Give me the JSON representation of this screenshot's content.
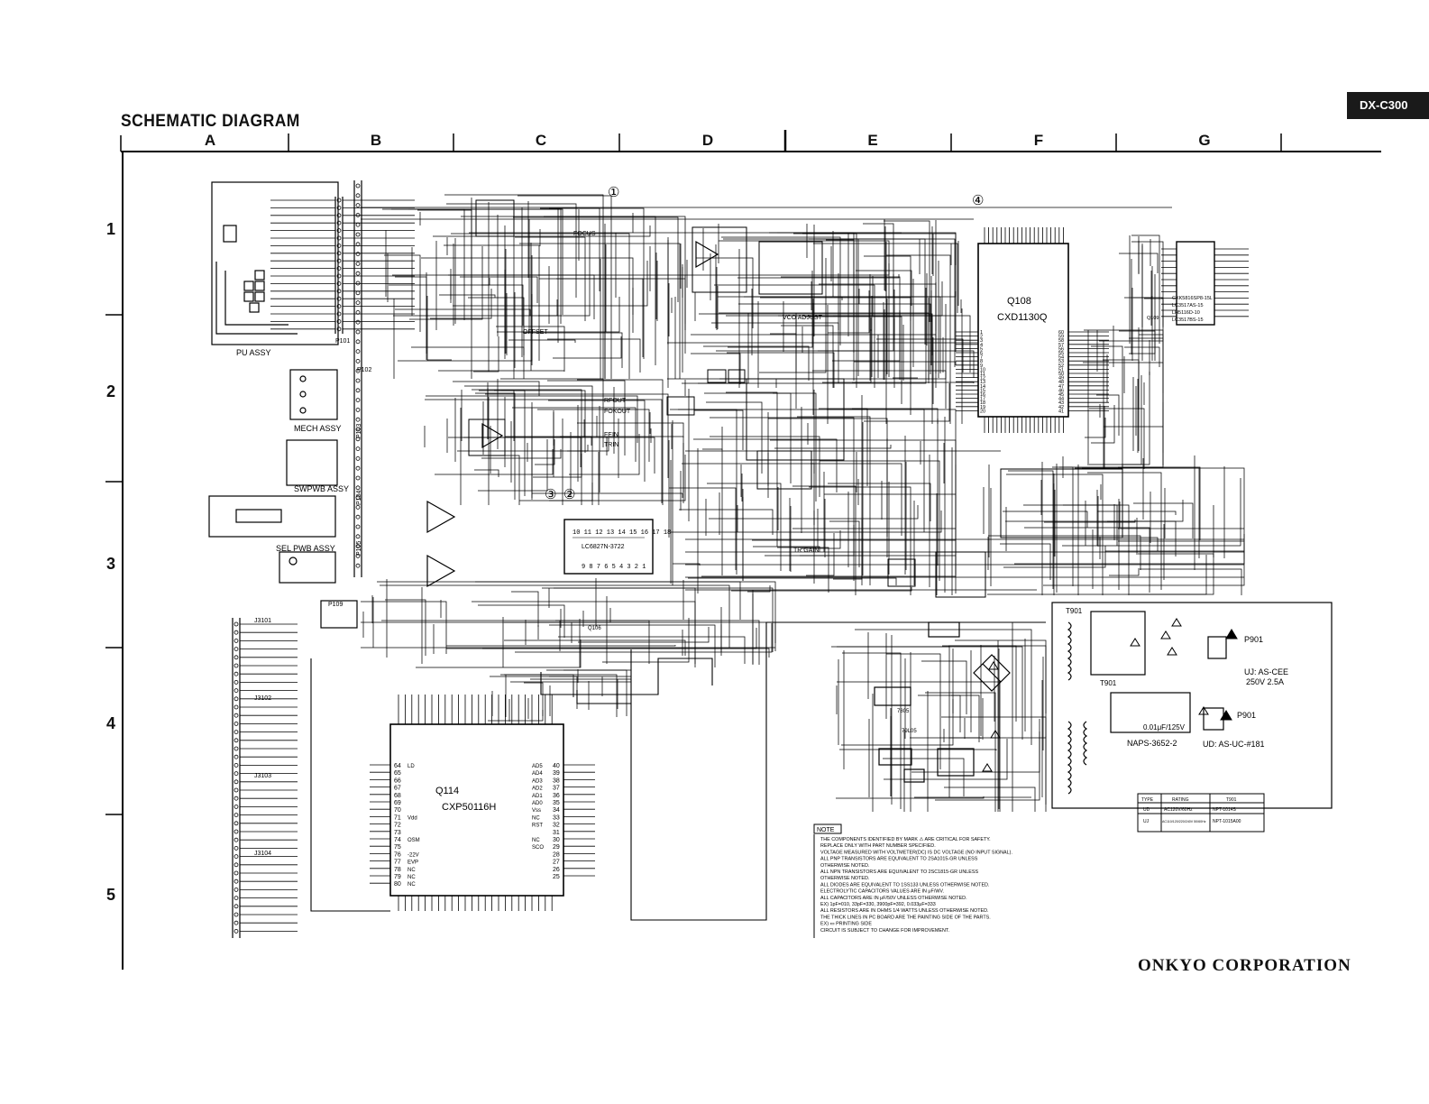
{
  "header": {
    "model": "DX-C300",
    "title": "SCHEMATIC DIAGRAM",
    "corporation": "ONKYO CORPORATION"
  },
  "grid": {
    "columns": [
      "A",
      "B",
      "C",
      "D",
      "E",
      "F",
      "G"
    ],
    "rows": [
      "1",
      "2",
      "3",
      "4",
      "5"
    ]
  },
  "markers": {
    "m1": "①",
    "m4": "④",
    "m2": "②",
    "m3": "③"
  },
  "assemblies": {
    "pu": "PU ASSY",
    "mech": "MECH ASSY",
    "swpwb": "SWPWB ASSY",
    "selpwb": "SEL PWB ASSY"
  },
  "connectors": {
    "p101": "P101",
    "p102": "P102",
    "p103": "P103",
    "p104": "P104",
    "p105": "P105",
    "p109": "P109",
    "j3101": "J3101",
    "j3102": "J3102",
    "j3103": "J3103",
    "j3104": "J3104"
  },
  "ics": {
    "q108_ref": "Q108",
    "q108_part": "CXD1130Q",
    "q114_ref": "Q114",
    "q114_part": "CXP50116H",
    "q109_part": "CXK5816SP8-15L",
    "q109_alt1": "LC3517AS-15",
    "q109_alt2": "LH5116D-10",
    "q109_alt3": "LC3517BS-15",
    "q109_ref": "Q109",
    "lc_top": "10 11 12 13 14 15 16 17 18",
    "lc_part": "LC6827N-3722",
    "lc_bottom": "9 8 7 6 5 4 3 2 1",
    "q106": "Q106"
  },
  "signals": {
    "focus": "FOCUS",
    "rf_out": "RFOUT",
    "fok_out": "FOKOUT",
    "tr_in": "TRIN",
    "fe_in": "FEIN",
    "offset": "OFFSET",
    "vco_adjust": "VCO ADJUST",
    "tr_gain": "TR GAIN"
  },
  "power": {
    "t901": "T901",
    "t901b": "T901",
    "p901": "P901",
    "p901b": "P901",
    "fuse_rating": "250V 2.5A",
    "cap_rating": "0.01μF/125V",
    "region": "UD: AS-UC-#181",
    "region_b": "UJ: AS-CEE",
    "transformer_part": "NAPS-3652-2",
    "reg1": "7805",
    "reg2": "79L05"
  },
  "spec_table": {
    "headers": [
      "TYPE",
      "RATING",
      "T901"
    ],
    "rows": [
      [
        "UD",
        "AC120V/60Hz",
        "NPT-1014S"
      ],
      [
        "UJ",
        "AC110/120/220/240V 50/60Hz",
        "NPT-1015A00"
      ]
    ]
  },
  "q114_pins_left": [
    "64",
    "65",
    "66",
    "67",
    "68",
    "69",
    "70",
    "71",
    "72",
    "73",
    "74",
    "75",
    "76",
    "77",
    "78",
    "79",
    "80"
  ],
  "q114_pins_left_names": [
    "LD",
    "",
    "",
    "",
    "",
    "",
    "",
    "Vdd",
    "",
    "",
    "OSM",
    "",
    "-22V",
    "EVP",
    "NC",
    "NC",
    "NC"
  ],
  "q114_pins_right": [
    "40",
    "39",
    "38",
    "37",
    "36",
    "35",
    "34",
    "33",
    "32",
    "31",
    "30",
    "29",
    "28",
    "27",
    "26",
    "25"
  ],
  "q114_pins_right_names": [
    "AD5",
    "AD4",
    "AD3",
    "AD2",
    "AD1",
    "AD0",
    "Vss",
    "NC",
    "RST",
    "",
    "NC",
    "SCO",
    "",
    "",
    "",
    ""
  ],
  "q108_pins_left": [
    "1",
    "2",
    "3",
    "4",
    "5",
    "6",
    "7",
    "8",
    "9",
    "10",
    "11",
    "12",
    "13",
    "14",
    "15",
    "16",
    "17",
    "18",
    "19",
    "20"
  ],
  "q108_pins_right": [
    "60",
    "59",
    "58",
    "57",
    "56",
    "55",
    "54",
    "53",
    "52",
    "51",
    "50",
    "49",
    "48",
    "47",
    "46",
    "45",
    "44",
    "43",
    "42",
    "41"
  ],
  "note": {
    "heading": "NOTE",
    "lines": [
      "THE COMPONENTS IDENTIFIED BY MARK ⚠ ARE CRITICAL FOR SAFETY.",
      "REPLACE ONLY WITH PART NUMBER SPECIFIED.",
      "VOLTAGE MEASURED WITH VOLTMETER(DC) IS DC VOLTAGE (NO INPUT SIGNAL).",
      "ALL PNP TRANSISTORS ARE EQUIVALENT TO 2SA1015-GR UNLESS",
      "OTHERWISE NOTED.",
      "ALL NPN TRANSISTORS ARE EQUIVALENT TO 2SC1815-GR UNLESS",
      "OTHERWISE NOTED.",
      "ALL DIODES ARE EQUIVALENT TO 1SS133 UNLESS OTHERWISE NOTED.",
      "ELECTROLYTIC CAPACITORS VALUES ARE IN μF/WV.",
      "ALL CAPACITORS ARE IN μF/50V UNLESS OTHERWISE NOTED.",
      "EX) 1pF=010, 33pF=330, 3900pF=392, 0.033μF=333",
      "ALL RESISTORS ARE IN OHMS 1/4 WATTS UNLESS OTHERWISE NOTED.",
      "THE THICK LINES IN PC BOARD ARE THE PAINTING SIDE OF THE PARTS.",
      "EX) ▭ PRINTING SIDE",
      "CIRCUIT IS SUBJECT TO CHANGE FOR IMPROVEMENT."
    ]
  }
}
